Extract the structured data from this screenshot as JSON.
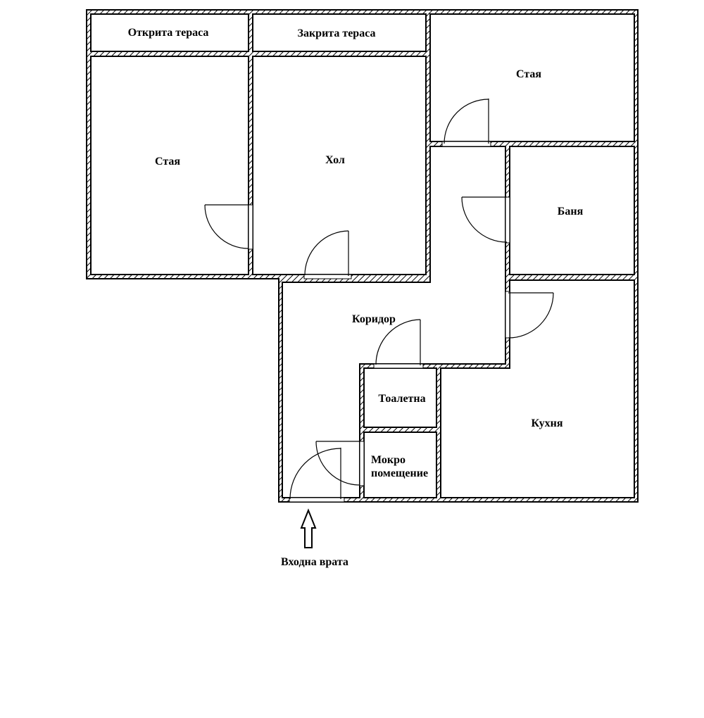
{
  "rooms": {
    "open_terrace": "Открита тераса",
    "closed_terrace": "Закрита тераса",
    "room_top_right": "Стая",
    "room_left": "Стая",
    "living_room": "Хол",
    "bathroom": "Баня",
    "corridor": "Коридор",
    "toilet": "Тоалетна",
    "kitchen": "Кухня",
    "utility_line1": "Мокро",
    "utility_line2": "помещение"
  },
  "entrance": {
    "label": "Входна врата",
    "icon": "arrow-up-icon"
  },
  "colors": {
    "wall": "#000000",
    "background": "#ffffff"
  }
}
